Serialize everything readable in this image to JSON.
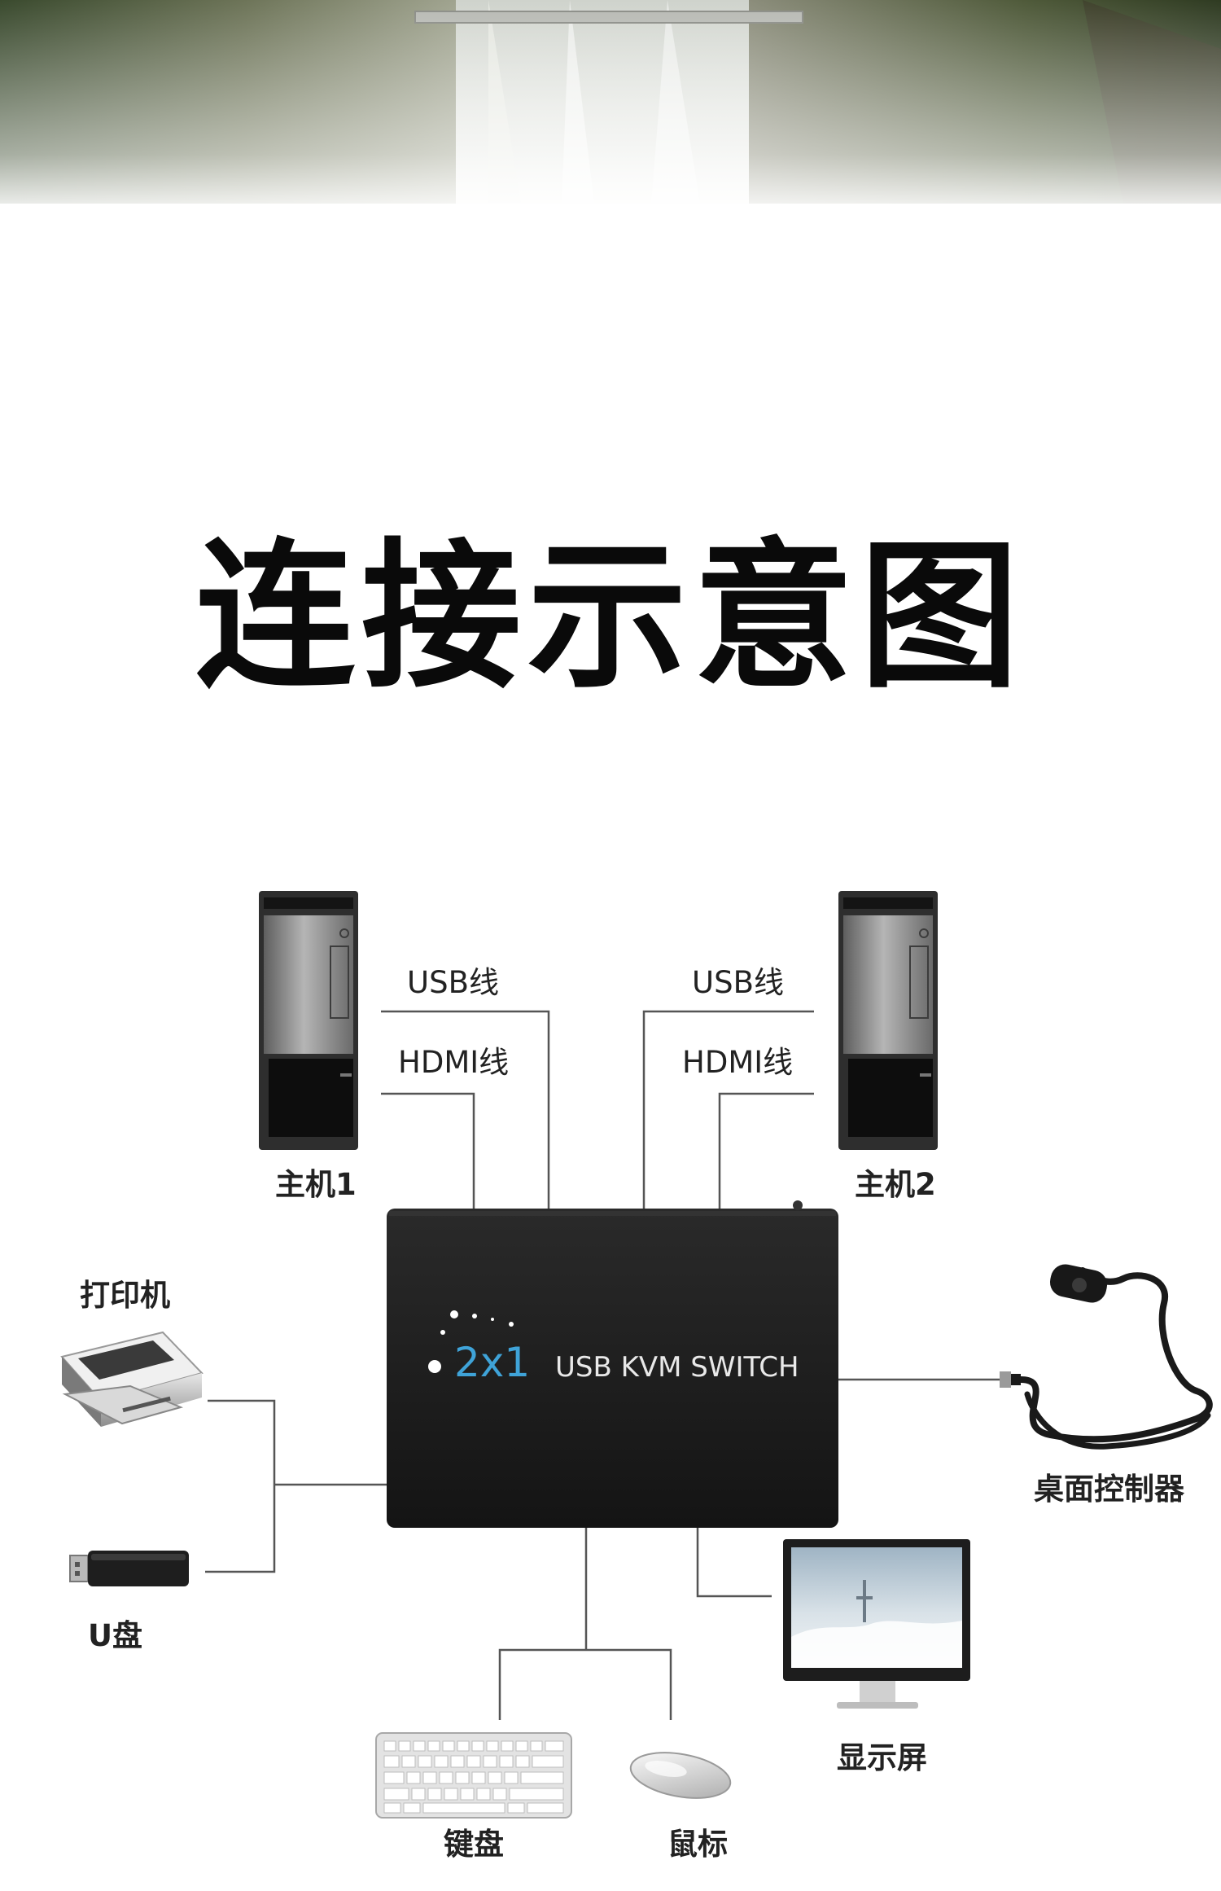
{
  "title": "连接示意图",
  "device": {
    "model": "2x1",
    "name": "USB  KVM  SWITCH"
  },
  "labels": {
    "host1": "主机1",
    "host2": "主机2",
    "usb_cable_1": "USB线",
    "hdmi_cable_1": "HDMI线",
    "usb_cable_2": "USB线",
    "hdmi_cable_2": "HDMI线",
    "printer": "打印机",
    "udisk": "U盘",
    "desktop_controller": "桌面控制器",
    "monitor": "显示屏",
    "keyboard": "键盘",
    "mouse": "鼠标"
  },
  "colors": {
    "device_body": "#1c1c1c",
    "model_accent": "#3fa3d8",
    "line": "#555555"
  }
}
